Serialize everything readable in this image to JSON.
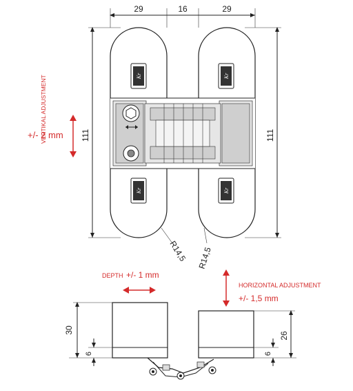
{
  "dimensions": {
    "top_left_width": "29",
    "top_center_gap": "16",
    "top_right_width": "29",
    "left_height": "111",
    "right_height": "111",
    "radius_left": "R14,5",
    "radius_right": "R14,5",
    "bottom_left_height": "30",
    "bottom_left_small": "6",
    "bottom_right_height": "26",
    "bottom_right_small": "6"
  },
  "annotations": {
    "vertical_label": "VERTIKAL ADJUSTMENT",
    "vertical_value": "+/- 2 mm",
    "depth_label": "DEPTH",
    "depth_value": "+/- 1 mm",
    "horizontal_label": "HORIZONTAL ADJUSTMENT",
    "horizontal_value": "+/- 1,5 mm"
  },
  "colors": {
    "accent_red": "#d42a2a",
    "line": "#222222"
  },
  "icons": [
    "logo-plate-icon",
    "hex-screw-icon",
    "double-arrow-icon",
    "red-double-arrow-icon"
  ]
}
